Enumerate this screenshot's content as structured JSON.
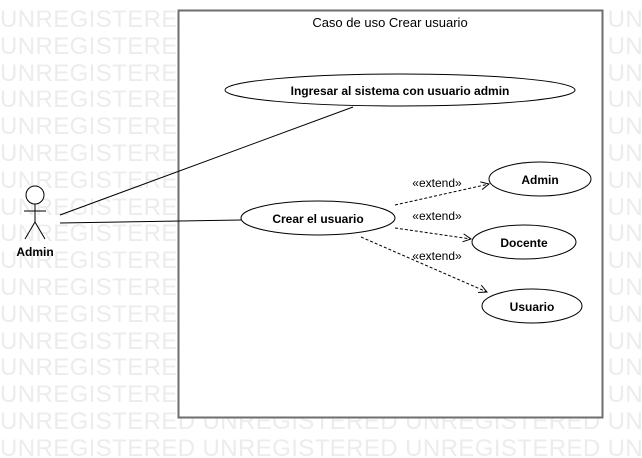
{
  "watermark": {
    "text": "UNREGISTERED"
  },
  "diagram": {
    "system_boundary": {
      "title": "Caso de uso Crear usuario"
    },
    "actor": {
      "name": "Admin"
    },
    "use_cases": {
      "login": "Ingresar al sistema con usuario admin",
      "create_user": "Crear el usuario",
      "admin": "Admin",
      "docente": "Docente",
      "usuario": "Usuario"
    },
    "relations": {
      "extend_admin": "«extend»",
      "extend_docente": "«extend»",
      "extend_usuario": "«extend»"
    }
  }
}
